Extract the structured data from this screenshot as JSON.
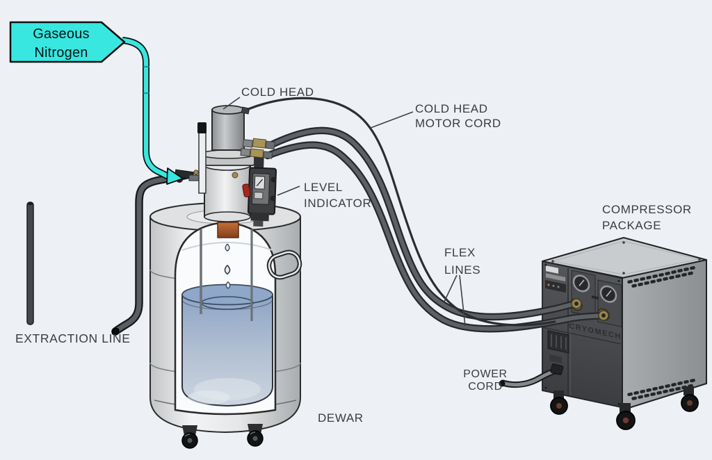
{
  "diagram": {
    "labels": {
      "gaseous_nitrogen": {
        "line1": "Gaseous",
        "line2": "Nitrogen"
      },
      "cold_head": "COLD HEAD",
      "cold_head_motor_cord": {
        "line1": "COLD HEAD",
        "line2": "MOTOR CORD"
      },
      "level_indicator": {
        "line1": "LEVEL",
        "line2": "INDICATOR"
      },
      "compressor_package": {
        "line1": "COMPRESSOR",
        "line2": "PACKAGE"
      },
      "flex_lines": {
        "line1": "FLEX",
        "line2": "LINES"
      },
      "extraction_line": "EXTRACTION LINE",
      "power_cord": {
        "line1": "POWER",
        "line2": "CORD"
      },
      "dewar": "DEWAR",
      "compressor_brand": "CRYOMECH"
    },
    "colors": {
      "background": "#edf0f4",
      "banner_fill": "#38e7e0",
      "label_text": "#3c3c40",
      "liquid": "#9db1cc",
      "hose": "#45484b",
      "condenser_copper": "#b05a2c",
      "panel_dark": "#46484b"
    }
  }
}
